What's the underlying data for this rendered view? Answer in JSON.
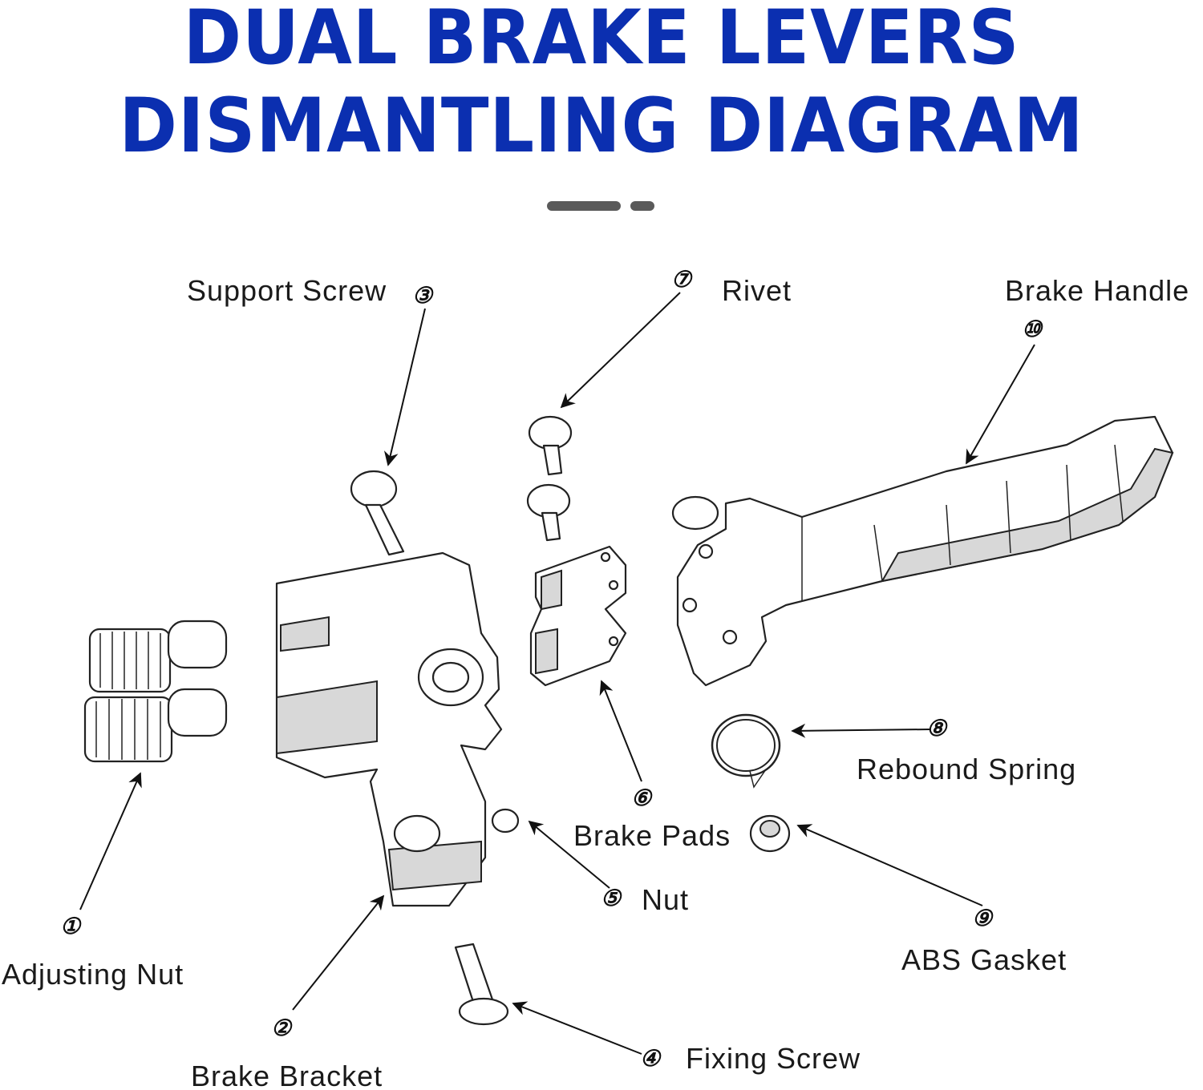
{
  "title": {
    "line1": "DUAL BRAKE LEVERS",
    "line2": "DISMANTLING DIAGRAM",
    "color": "#0b2fb0"
  },
  "parts": [
    {
      "number": "①",
      "label": "Adjusting Nut"
    },
    {
      "number": "②",
      "label": "Brake Bracket"
    },
    {
      "number": "③",
      "label": "Support Screw"
    },
    {
      "number": "④",
      "label": "Fixing Screw"
    },
    {
      "number": "⑤",
      "label": "Nut"
    },
    {
      "number": "⑥",
      "label": "Brake Pads"
    },
    {
      "number": "⑦",
      "label": "Rivet"
    },
    {
      "number": "⑧",
      "label": "Rebound Spring"
    },
    {
      "number": "⑨",
      "label": "ABS Gasket"
    },
    {
      "number": "⑩",
      "label": "Brake Handle"
    }
  ]
}
